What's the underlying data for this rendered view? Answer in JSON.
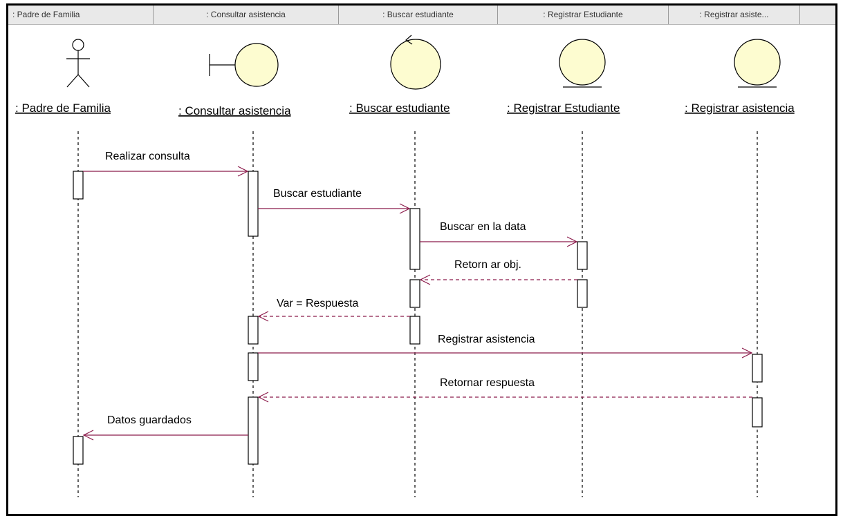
{
  "header": {
    "cells": [
      ": Padre de Familia",
      ": Consultar asistencia",
      ": Buscar estudiante",
      ": Registrar Estudiante",
      ": Registrar asiste..."
    ]
  },
  "lifelines": [
    {
      "name": ": Padre de Familia",
      "kind": "actor"
    },
    {
      "name": ": Consultar asistencia",
      "kind": "boundary"
    },
    {
      "name": ": Buscar estudiante",
      "kind": "control"
    },
    {
      "name": ": Registrar Estudiante",
      "kind": "entity"
    },
    {
      "name": ": Registrar asistencia",
      "kind": "entity"
    }
  ],
  "messages": [
    {
      "label": "Realizar consulta",
      "from": 0,
      "to": 1,
      "style": "solid"
    },
    {
      "label": "Buscar estudiante",
      "from": 1,
      "to": 2,
      "style": "solid"
    },
    {
      "label": "Buscar en la data",
      "from": 2,
      "to": 3,
      "style": "solid"
    },
    {
      "label": "Retorn ar obj.",
      "from": 3,
      "to": 2,
      "style": "dashed"
    },
    {
      "label": "Var = Respuesta",
      "from": 2,
      "to": 1,
      "style": "dashed"
    },
    {
      "label": "Registrar asistencia",
      "from": 1,
      "to": 4,
      "style": "solid"
    },
    {
      "label": "Retornar respuesta",
      "from": 4,
      "to": 1,
      "style": "dashed"
    },
    {
      "label": "Datos guardados",
      "from": 1,
      "to": 0,
      "style": "solid"
    }
  ],
  "colors": {
    "symbol_fill": "#fdfcd0",
    "message_line": "#8b1a4a",
    "lifeline": "#000000"
  }
}
